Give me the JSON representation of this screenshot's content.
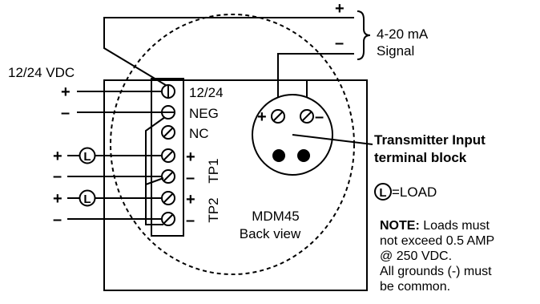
{
  "signal": {
    "plus": "+",
    "minus": "–",
    "label_line1": "4-20 mA",
    "label_line2": "Signal"
  },
  "supply": {
    "label": "12/24 VDC",
    "plus": "+",
    "minus": "–"
  },
  "terminal_strip": {
    "labels": [
      "12/24",
      "NEG",
      "NC"
    ],
    "tp1": "TP1",
    "tp2": "TP2",
    "plus": "+",
    "minus": "–"
  },
  "loads": {
    "symbol": "L",
    "plus": "+",
    "minus": "–"
  },
  "transmitter": {
    "plus": "+",
    "minus": "–",
    "callout_line1": "Transmitter Input",
    "callout_line2": "terminal block"
  },
  "legend": {
    "symbol": "L",
    "text": "=LOAD"
  },
  "device": {
    "model": "MDM45",
    "view": "Back view"
  },
  "note": {
    "heading": "NOTE:",
    "line1_rest": " Loads must",
    "line2": "not exceed 0.5 AMP",
    "line3": "@ 250 VDC.",
    "line4": "All grounds (-) must",
    "line5": "be common."
  }
}
